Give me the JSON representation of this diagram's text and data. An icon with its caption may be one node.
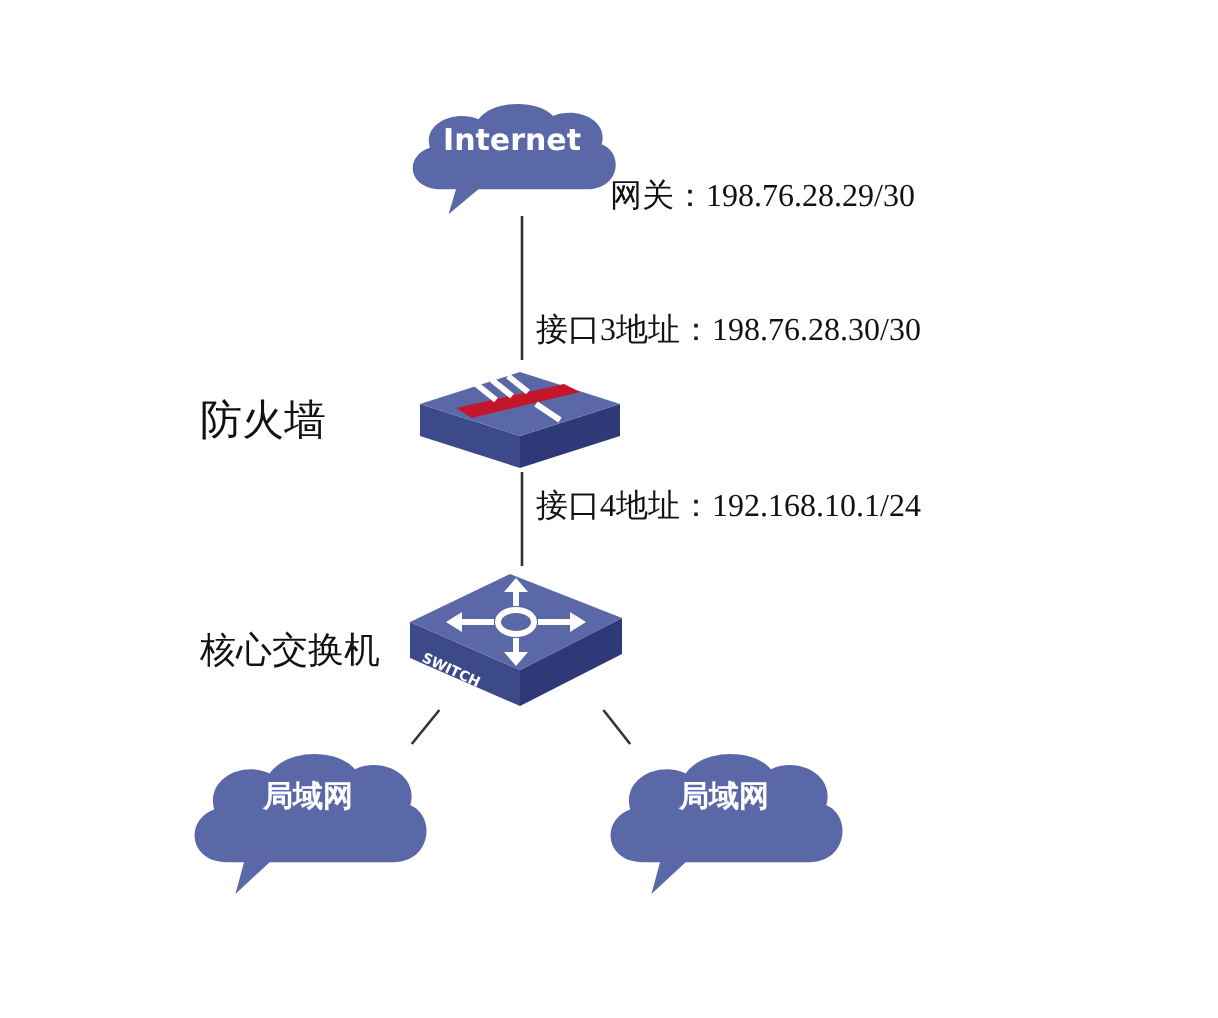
{
  "diagram": {
    "nodes": [
      {
        "text": [
          "Internet"
        ]
      },
      {
        "text": [],
        "shape": "picture",
        "beside": [
          "防火墙"
        ]
      },
      {
        "text": [
          "SWITCH"
        ],
        "beside": [
          "核心交换机"
        ]
      },
      {
        "text": [
          "局域网"
        ]
      },
      {
        "text": [
          "局域网"
        ]
      }
    ],
    "edges": [
      {
        "from": 0,
        "to": 1,
        "arrow": "none"
      },
      {
        "from": 1,
        "to": 2,
        "arrow": "none"
      },
      {
        "from": 2,
        "to": 3,
        "arrow": "none"
      },
      {
        "from": 2,
        "to": 4,
        "arrow": "none"
      }
    ],
    "labels": [
      "网关：198.76.28.29/30",
      "接口3地址：198.76.28.30/30",
      "接口4地址：192.168.10.1/24"
    ]
  }
}
